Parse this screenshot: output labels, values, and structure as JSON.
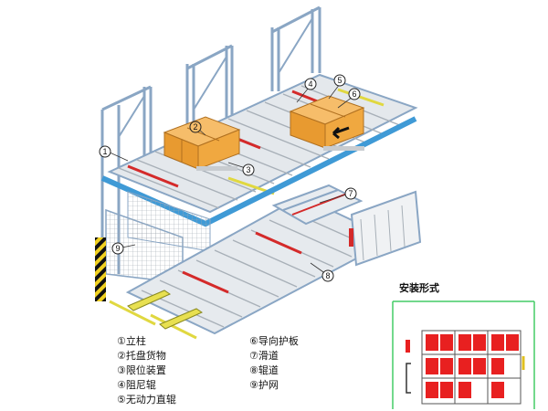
{
  "callouts": [
    {
      "num": "1"
    },
    {
      "num": "2"
    },
    {
      "num": "3"
    },
    {
      "num": "4"
    },
    {
      "num": "5"
    },
    {
      "num": "6"
    },
    {
      "num": "7"
    },
    {
      "num": "8"
    },
    {
      "num": "9"
    }
  ],
  "legend": [
    {
      "text": "①立柱"
    },
    {
      "text": "②托盘货物"
    },
    {
      "text": "③限位装置"
    },
    {
      "text": "④阻尼辊"
    },
    {
      "text": "⑤无动力直辊"
    },
    {
      "text": "⑥导向护板"
    },
    {
      "text": "⑦滑道"
    },
    {
      "text": "⑧辊道"
    },
    {
      "text": "⑨护网"
    }
  ],
  "inset": {
    "title": "安装形式"
  },
  "colors": {
    "frame": "#9fbcd8",
    "frame_dark": "#6f8fb0",
    "beam": "#4aa3d8",
    "roller": "#d4d8dc",
    "damper": "#d42a2a",
    "guide": "#e8e040",
    "box": "#f0a030",
    "mesh": "#b8c0c8",
    "inset_border": "#44cc66",
    "inset_pallet": "#e82020"
  }
}
